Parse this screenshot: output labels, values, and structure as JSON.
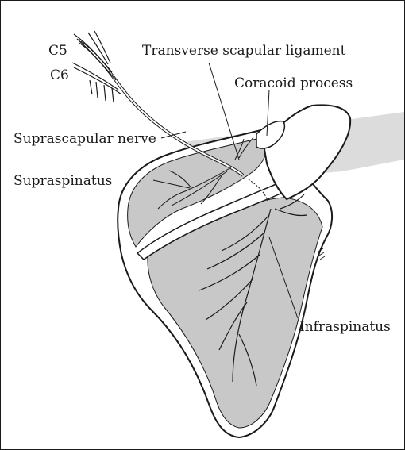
{
  "diagram": {
    "labels": {
      "c5": "C5",
      "c6": "C6",
      "transverse_ligament": "Transverse scapular ligament",
      "coracoid": "Coracoid process",
      "suprascapular_nerve": "Suprascapular nerve",
      "supraspinatus": "Supraspinatus",
      "infraspinatus": "Infraspinatus"
    },
    "colors": {
      "line": "#1a1a1a",
      "muscle_fill": "#c8c8c8",
      "bone_fill": "#ffffff",
      "background_band": "#d9d9d9"
    }
  }
}
